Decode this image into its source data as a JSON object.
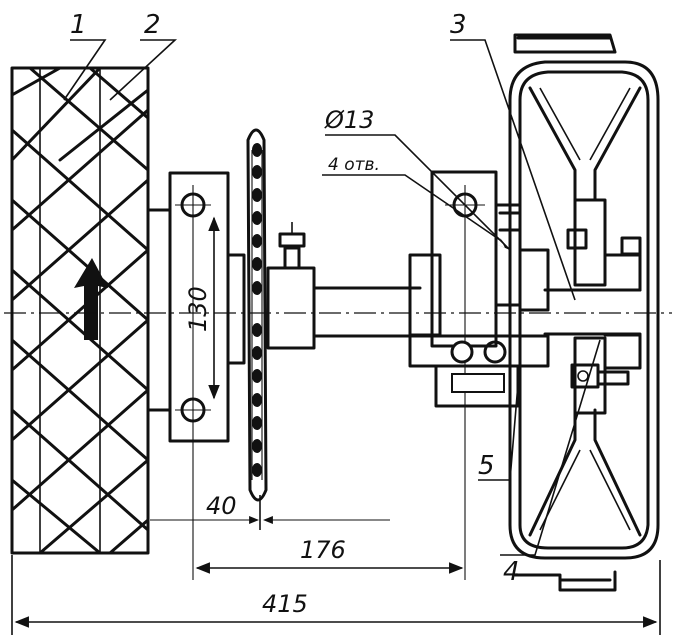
{
  "callouts": {
    "part1": "1",
    "part2": "2",
    "part3": "3",
    "part4": "4",
    "part5": "5"
  },
  "hole_note": {
    "diameter": "Ø13",
    "count": "4 отв."
  },
  "dimensions": {
    "flange_bolt_spacing": "130",
    "sprocket_offset": "40",
    "shaft_span": "176",
    "overall_width": "415"
  }
}
